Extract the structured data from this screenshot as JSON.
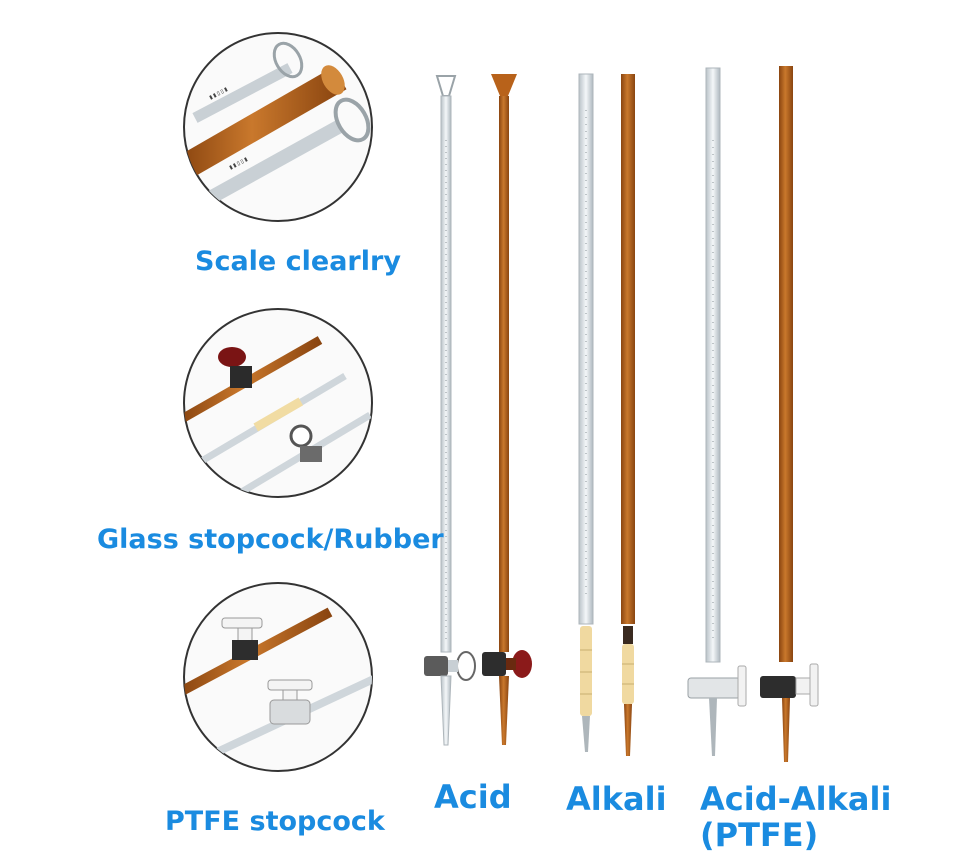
{
  "feature_labels": {
    "scale": "Scale clearlry",
    "glass": "Glass stopcock/Rubber",
    "ptfe": "PTFE stopcock"
  },
  "type_labels": {
    "acid": "Acid",
    "alkali": "Alkali",
    "acid_alkali_line1": "Acid-Alkali",
    "acid_alkali_line2": "(PTFE)"
  },
  "colors": {
    "label_blue": "#1a8be0",
    "amber_glass": "#b8621a",
    "clear_glass": "#dfe6ea",
    "red_stopcock": "#8b1a1a",
    "ptfe_white": "#f2f2f2",
    "rubber_tube": "#f0d9a0"
  }
}
